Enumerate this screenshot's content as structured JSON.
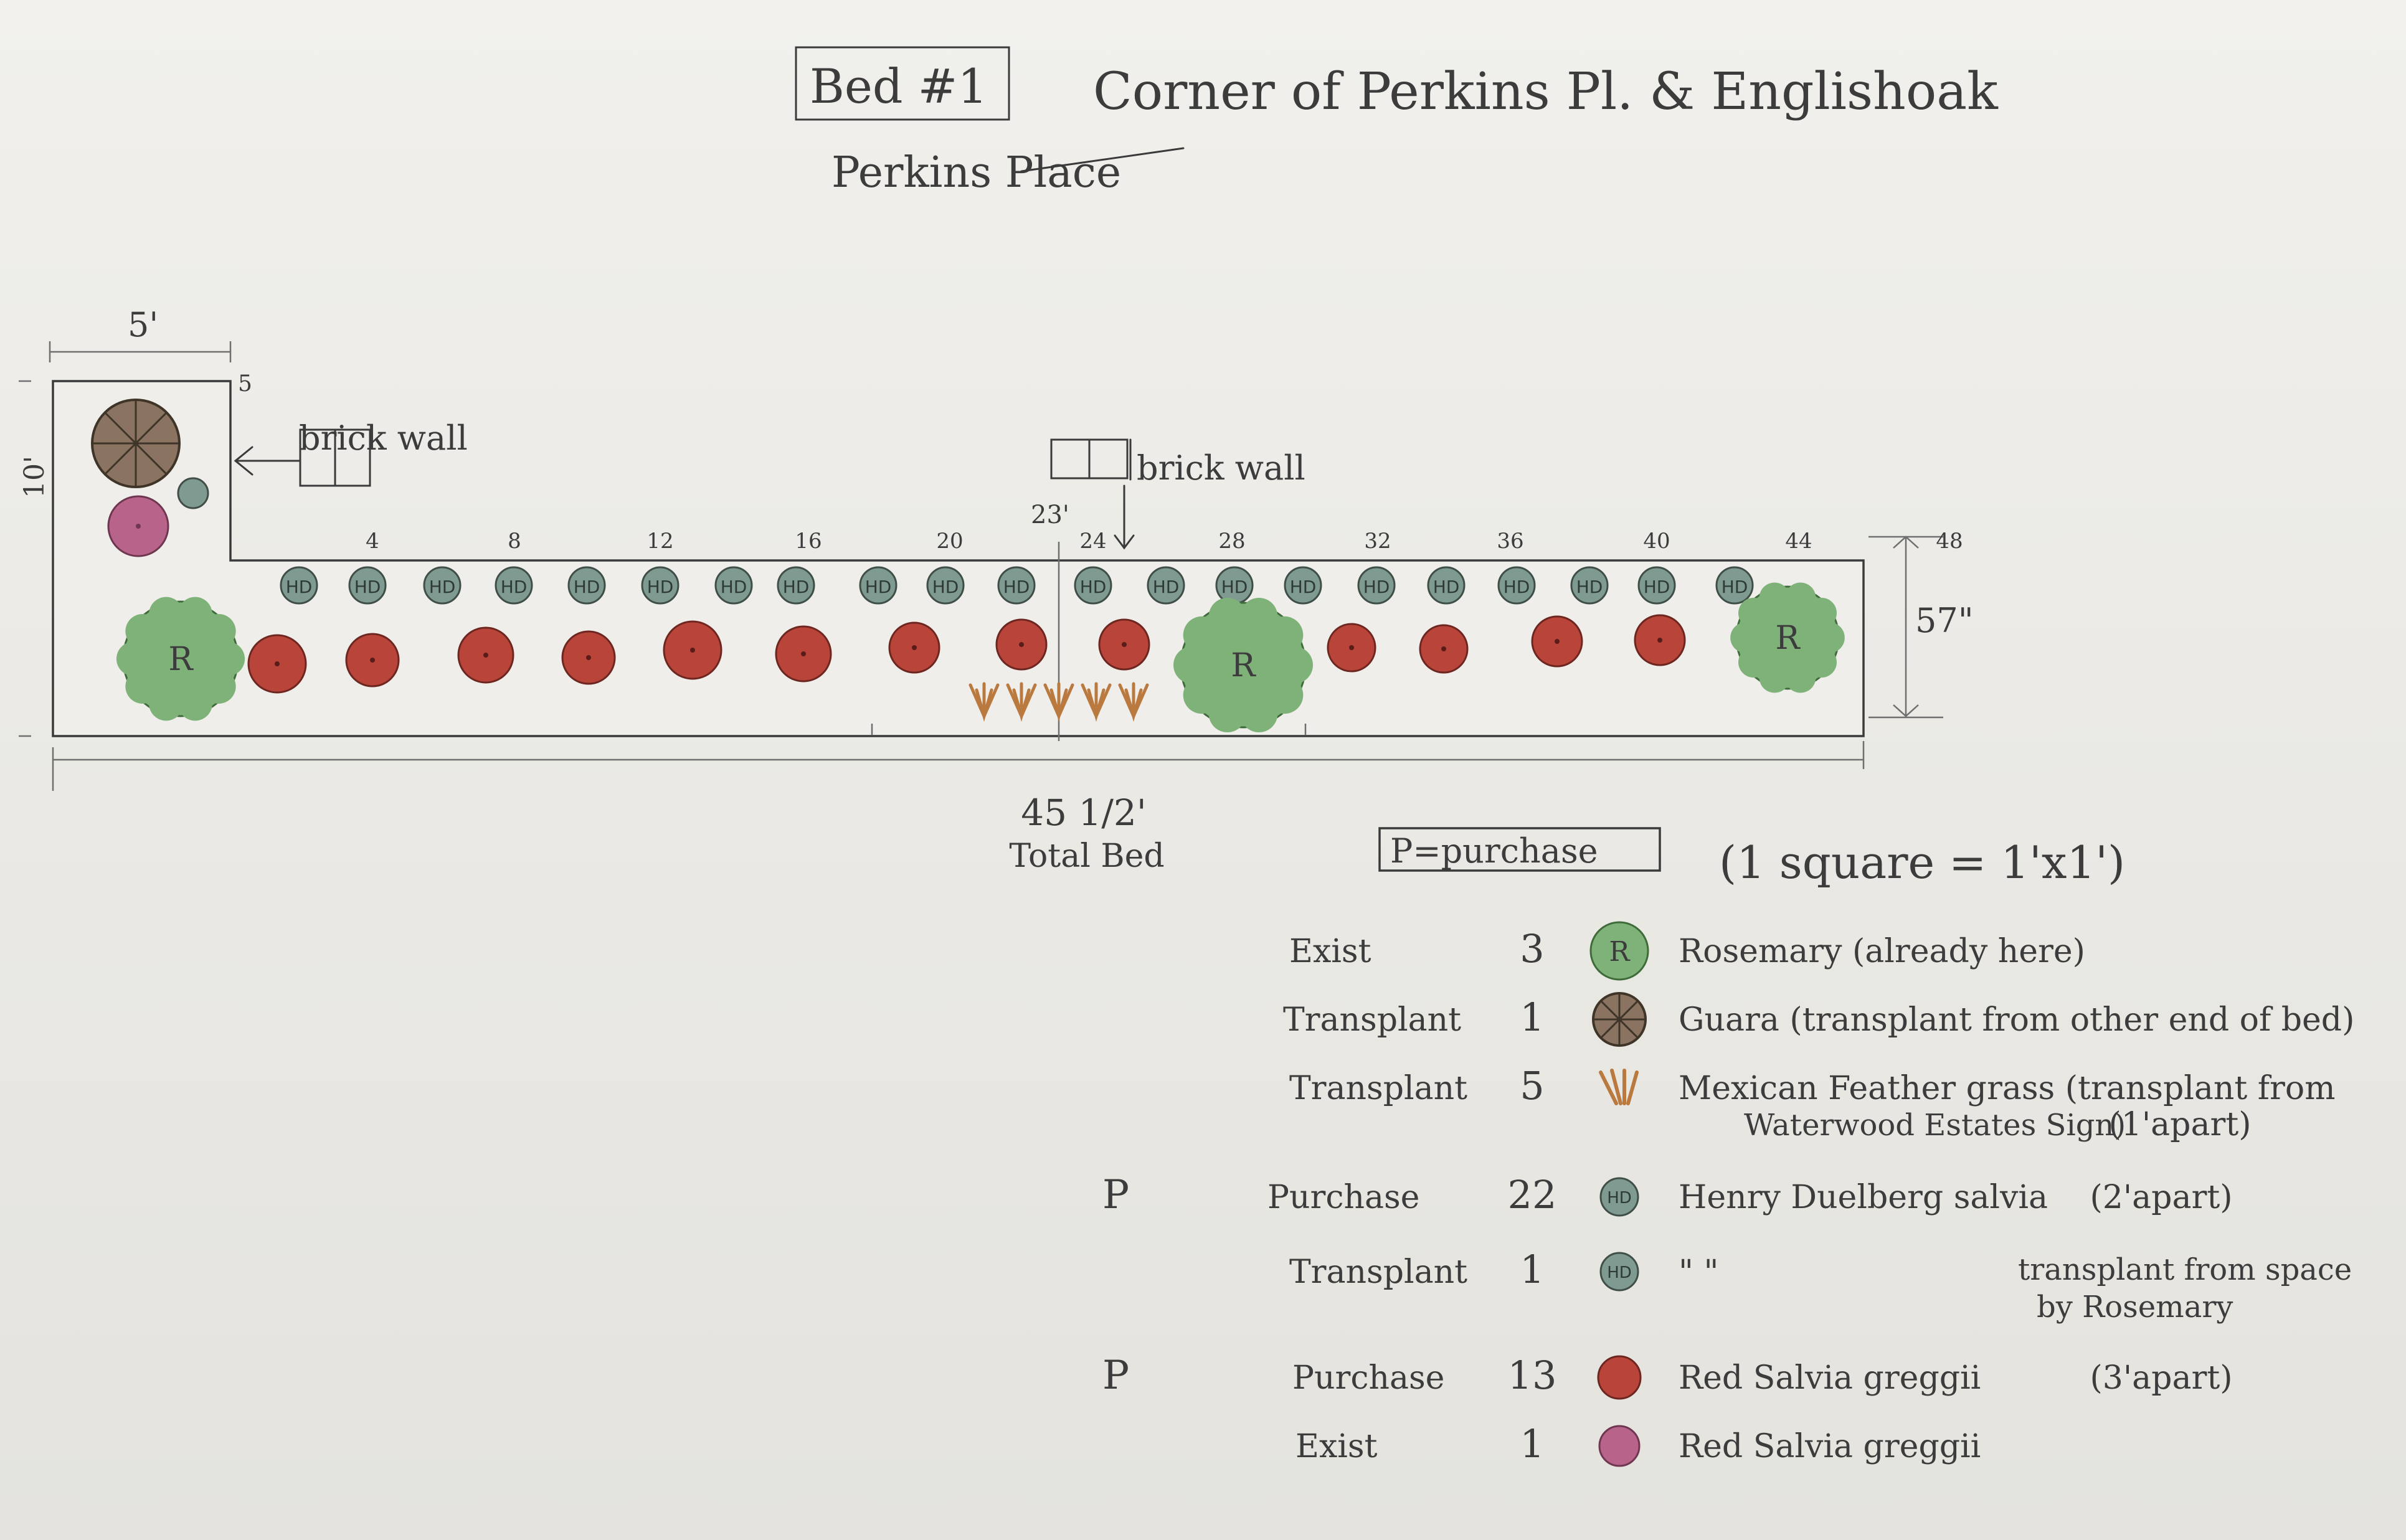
{
  "header": {
    "bed_label": "Bed #1",
    "location": "Corner of Perkins Pl. & Englishoak",
    "street": "Perkins Place"
  },
  "plan": {
    "brick_wall_left": "brick wall",
    "brick_wall_middle": "brick wall",
    "dim_top": "5'",
    "dim_side": "10'",
    "corner_num": "5",
    "dim_depth": "57\"",
    "dim_mid": "23'",
    "total_length": "45 1/2'",
    "total_label": "Total Bed",
    "rulers": [
      "4",
      "8",
      "12",
      "16",
      "20",
      "24",
      "28",
      "32",
      "36",
      "40",
      "44",
      "48"
    ],
    "hd_mark": "HD",
    "r_mark": "R"
  },
  "legend_header": {
    "purchase_key": "P=purchase",
    "scale": "(1 square = 1'x1')"
  },
  "legend": [
    {
      "flag": "",
      "action": "Exist",
      "qty": "3",
      "icon": "rosemary-icon",
      "name": "Rosemary (already here)",
      "spacing": "",
      "note": ""
    },
    {
      "flag": "",
      "action": "Transplant",
      "qty": "1",
      "icon": "guara-icon",
      "name": "Guara (transplant from other end of bed)",
      "spacing": "",
      "note": ""
    },
    {
      "flag": "",
      "action": "Transplant",
      "qty": "5",
      "icon": "feather-grass-icon",
      "name": "Mexican Feather grass (transplant from",
      "spacing": "(1'apart)",
      "note": "Waterwood Estates Sign)"
    },
    {
      "flag": "P",
      "action": "Purchase",
      "qty": "22",
      "icon": "henry-duelberg-icon",
      "name": "Henry Duelberg salvia",
      "spacing": "(2'apart)",
      "note": ""
    },
    {
      "flag": "",
      "action": "Transplant",
      "qty": "1",
      "icon": "henry-duelberg-icon",
      "name": "\"   \"",
      "spacing": "",
      "note": "transplant from space by Rosemary"
    },
    {
      "flag": "P",
      "action": "Purchase",
      "qty": "13",
      "icon": "red-salvia-icon",
      "name": "Red Salvia greggii",
      "spacing": "(3'apart)",
      "note": ""
    },
    {
      "flag": "",
      "action": "Exist",
      "qty": "1",
      "icon": "pink-salvia-icon",
      "name": "Red Salvia greggii",
      "spacing": "",
      "note": ""
    }
  ],
  "colors": {
    "rosemary": "#7fb279",
    "guara": "#8a7360",
    "hd": "#7f9a90",
    "red_salvia": "#b9453a",
    "pink_salvia": "#b8648a",
    "feather_grass": "#b9793f"
  }
}
